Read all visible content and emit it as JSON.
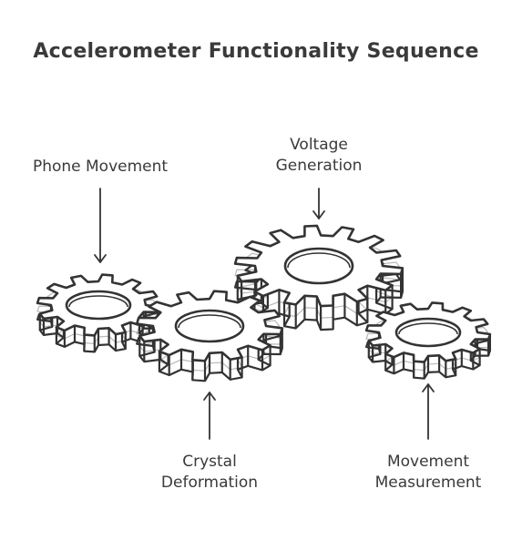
{
  "title": "Accelerometer Functionality Sequence",
  "colors": {
    "stroke": "#333333",
    "fill": "#ffffff",
    "text": "#3a3a3a"
  },
  "steps": [
    {
      "id": "phone-movement",
      "line1": "Phone Movement",
      "line2": ""
    },
    {
      "id": "crystal-deformation",
      "line1": "Crystal",
      "line2": "Deformation"
    },
    {
      "id": "voltage-generation",
      "line1": "Voltage",
      "line2": "Generation"
    },
    {
      "id": "movement-measurement",
      "line1": "Movement",
      "line2": "Measurement"
    }
  ]
}
